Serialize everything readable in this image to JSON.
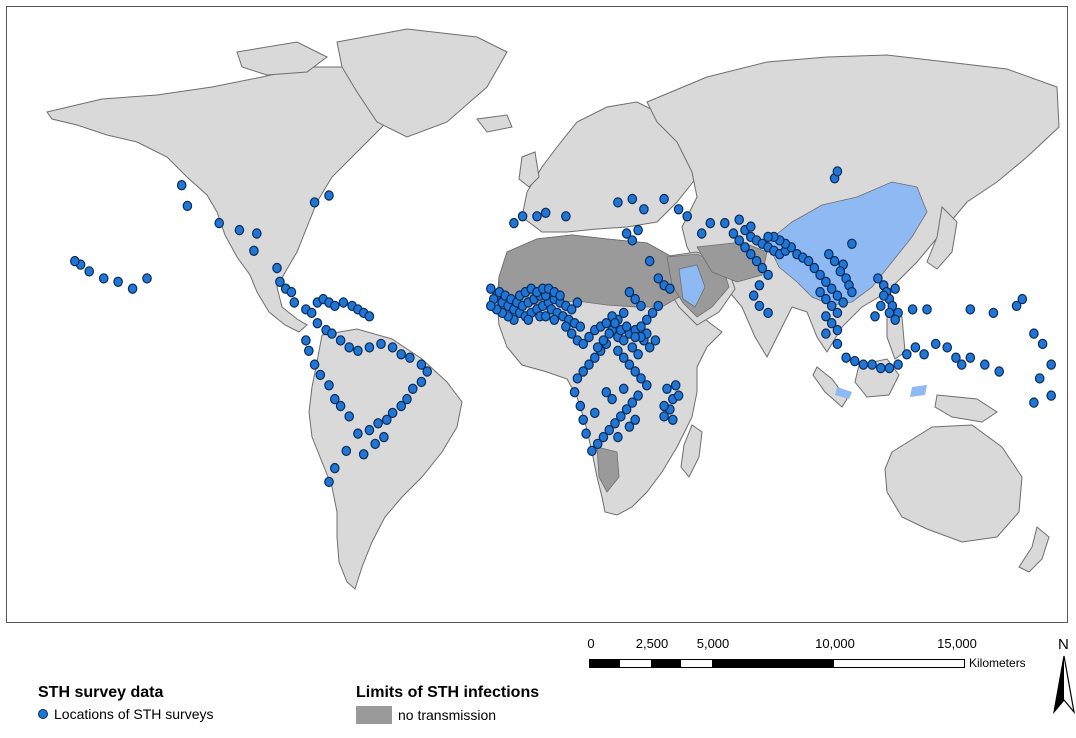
{
  "map": {
    "survey_points": [
      [
        -123,
        44
      ],
      [
        -121,
        38
      ],
      [
        -103,
        31
      ],
      [
        -98,
        25
      ],
      [
        -90,
        20
      ],
      [
        -89,
        16
      ],
      [
        -87,
        14
      ],
      [
        -85,
        13
      ],
      [
        -84,
        10
      ],
      [
        -80,
        8
      ],
      [
        -78,
        7
      ],
      [
        -76,
        10
      ],
      [
        -74,
        11
      ],
      [
        -72,
        10
      ],
      [
        -70,
        9
      ],
      [
        -67,
        10
      ],
      [
        -64,
        9
      ],
      [
        -62,
        8
      ],
      [
        -60,
        7
      ],
      [
        -58,
        6
      ],
      [
        -76,
        4
      ],
      [
        -73,
        2
      ],
      [
        -71,
        1
      ],
      [
        -68,
        -1
      ],
      [
        -65,
        -3
      ],
      [
        -62,
        -4
      ],
      [
        -58,
        -3
      ],
      [
        -54,
        -2
      ],
      [
        -50,
        -3
      ],
      [
        -47,
        -5
      ],
      [
        -44,
        -6
      ],
      [
        -40,
        -8
      ],
      [
        -38,
        -10
      ],
      [
        -40,
        -13
      ],
      [
        -43,
        -15
      ],
      [
        -45,
        -18
      ],
      [
        -47,
        -20
      ],
      [
        -50,
        -22
      ],
      [
        -52,
        -24
      ],
      [
        -55,
        -25
      ],
      [
        -58,
        -27
      ],
      [
        -62,
        -28
      ],
      [
        -65,
        -23
      ],
      [
        -68,
        -20
      ],
      [
        -70,
        -18
      ],
      [
        -72,
        -14
      ],
      [
        -75,
        -11
      ],
      [
        -77,
        -8
      ],
      [
        -79,
        -4
      ],
      [
        -80,
        -1
      ],
      [
        -66,
        -33
      ],
      [
        -70,
        -38
      ],
      [
        -72,
        -42
      ],
      [
        -60,
        -34
      ],
      [
        -56,
        -31
      ],
      [
        -53,
        -29
      ],
      [
        -155,
        19
      ],
      [
        -158,
        21
      ],
      [
        -160,
        22
      ],
      [
        -150,
        17
      ],
      [
        -145,
        16
      ],
      [
        -140,
        14
      ],
      [
        -135,
        17
      ],
      [
        -72,
        41
      ],
      [
        -77,
        39
      ],
      [
        -97,
        30
      ],
      [
        -110,
        33
      ],
      [
        -16,
        14
      ],
      [
        -14,
        12
      ],
      [
        -12,
        10
      ],
      [
        -10,
        9
      ],
      [
        -8,
        8
      ],
      [
        -6,
        7
      ],
      [
        -4,
        6
      ],
      [
        -2,
        7
      ],
      [
        0,
        8
      ],
      [
        2,
        9
      ],
      [
        4,
        10
      ],
      [
        6,
        11
      ],
      [
        8,
        10
      ],
      [
        10,
        9
      ],
      [
        12,
        8
      ],
      [
        14,
        10
      ],
      [
        -15,
        11
      ],
      [
        -13,
        13
      ],
      [
        -11,
        12
      ],
      [
        -9,
        11
      ],
      [
        -7,
        10
      ],
      [
        -5,
        9
      ],
      [
        -3,
        10
      ],
      [
        -1,
        11
      ],
      [
        1,
        12
      ],
      [
        3,
        12
      ],
      [
        5,
        8
      ],
      [
        7,
        7
      ],
      [
        9,
        6
      ],
      [
        11,
        5
      ],
      [
        13,
        4
      ],
      [
        15,
        3
      ],
      [
        -6,
        12
      ],
      [
        -4,
        13
      ],
      [
        -2,
        14
      ],
      [
        0,
        13
      ],
      [
        2,
        14
      ],
      [
        4,
        14
      ],
      [
        6,
        13
      ],
      [
        8,
        12
      ],
      [
        -8,
        5
      ],
      [
        -10,
        6
      ],
      [
        -12,
        7
      ],
      [
        -14,
        8
      ],
      [
        -16,
        9
      ],
      [
        -3,
        5
      ],
      [
        1,
        6
      ],
      [
        3,
        6
      ],
      [
        6,
        5
      ],
      [
        10,
        3
      ],
      [
        12,
        1
      ],
      [
        14,
        -1
      ],
      [
        16,
        -2
      ],
      [
        18,
        0
      ],
      [
        20,
        2
      ],
      [
        22,
        3
      ],
      [
        24,
        4
      ],
      [
        26,
        2
      ],
      [
        28,
        0
      ],
      [
        30,
        -1
      ],
      [
        32,
        1
      ],
      [
        34,
        2
      ],
      [
        36,
        3
      ],
      [
        38,
        5
      ],
      [
        40,
        7
      ],
      [
        42,
        9
      ],
      [
        36,
        9
      ],
      [
        34,
        11
      ],
      [
        32,
        13
      ],
      [
        30,
        7
      ],
      [
        28,
        5
      ],
      [
        26,
        6
      ],
      [
        24,
        -2
      ],
      [
        22,
        -4
      ],
      [
        20,
        -6
      ],
      [
        18,
        -8
      ],
      [
        16,
        -10
      ],
      [
        14,
        -12
      ],
      [
        28,
        -4
      ],
      [
        30,
        -6
      ],
      [
        32,
        -8
      ],
      [
        34,
        -10
      ],
      [
        36,
        -12
      ],
      [
        38,
        -14
      ],
      [
        35,
        -17
      ],
      [
        33,
        -19
      ],
      [
        31,
        -21
      ],
      [
        29,
        -23
      ],
      [
        27,
        -25
      ],
      [
        25,
        -27
      ],
      [
        23,
        -29
      ],
      [
        21,
        -31
      ],
      [
        19,
        -33
      ],
      [
        17,
        -28
      ],
      [
        15,
        -20
      ],
      [
        13,
        -16
      ],
      [
        24,
        -16
      ],
      [
        26,
        -18
      ],
      [
        30,
        -15
      ],
      [
        32,
        -26
      ],
      [
        34,
        -24
      ],
      [
        28,
        -29
      ],
      [
        20,
        -22
      ],
      [
        16,
        -24
      ],
      [
        29,
        2
      ],
      [
        31,
        3
      ],
      [
        27,
        4
      ],
      [
        25,
        1
      ],
      [
        23,
        -1
      ],
      [
        21,
        -3
      ],
      [
        33,
        -3
      ],
      [
        35,
        -5
      ],
      [
        37,
        -1
      ],
      [
        39,
        -3
      ],
      [
        41,
        -1
      ],
      [
        38,
        1
      ],
      [
        36,
        0
      ],
      [
        34,
        0
      ],
      [
        45,
        -15
      ],
      [
        47,
        -18
      ],
      [
        46,
        -21
      ],
      [
        44,
        -23
      ],
      [
        48,
        -14
      ],
      [
        49,
        -17
      ],
      [
        47,
        -24
      ],
      [
        44,
        -20
      ],
      [
        -8,
        33
      ],
      [
        -5,
        35
      ],
      [
        0,
        35
      ],
      [
        3,
        36
      ],
      [
        10,
        35
      ],
      [
        31,
        30
      ],
      [
        33,
        28
      ],
      [
        35,
        31
      ],
      [
        39,
        22
      ],
      [
        42,
        17
      ],
      [
        44,
        15
      ],
      [
        46,
        14
      ],
      [
        28,
        39
      ],
      [
        33,
        40
      ],
      [
        37,
        37
      ],
      [
        44,
        40
      ],
      [
        49,
        37
      ],
      [
        52,
        35
      ],
      [
        57,
        30
      ],
      [
        60,
        33
      ],
      [
        65,
        33
      ],
      [
        68,
        30
      ],
      [
        70,
        28
      ],
      [
        72,
        26
      ],
      [
        74,
        24
      ],
      [
        76,
        22
      ],
      [
        78,
        20
      ],
      [
        80,
        18
      ],
      [
        77,
        15
      ],
      [
        75,
        12
      ],
      [
        77,
        9
      ],
      [
        80,
        7
      ],
      [
        72,
        31
      ],
      [
        74,
        29
      ],
      [
        76,
        28
      ],
      [
        78,
        27
      ],
      [
        80,
        26
      ],
      [
        82,
        25
      ],
      [
        84,
        24
      ],
      [
        86,
        25
      ],
      [
        88,
        26
      ],
      [
        90,
        24
      ],
      [
        92,
        23
      ],
      [
        94,
        22
      ],
      [
        86,
        27
      ],
      [
        84,
        28
      ],
      [
        82,
        29
      ],
      [
        80,
        29
      ],
      [
        74,
        32
      ],
      [
        70,
        34
      ],
      [
        96,
        20
      ],
      [
        98,
        18
      ],
      [
        100,
        16
      ],
      [
        102,
        14
      ],
      [
        104,
        12
      ],
      [
        106,
        10
      ],
      [
        98,
        13
      ],
      [
        100,
        11
      ],
      [
        102,
        9
      ],
      [
        104,
        7
      ],
      [
        100,
        6
      ],
      [
        102,
        4
      ],
      [
        104,
        2
      ],
      [
        106,
        21
      ],
      [
        105,
        19
      ],
      [
        107,
        17
      ],
      [
        108,
        15
      ],
      [
        109,
        13
      ],
      [
        103,
        22
      ],
      [
        101,
        24
      ],
      [
        118,
        17
      ],
      [
        120,
        15
      ],
      [
        121,
        13
      ],
      [
        122,
        11
      ],
      [
        123,
        9
      ],
      [
        125,
        7
      ],
      [
        124,
        14
      ],
      [
        120,
        12
      ],
      [
        122,
        7
      ],
      [
        124,
        5
      ],
      [
        119,
        9
      ],
      [
        117,
        6
      ],
      [
        100,
        1
      ],
      [
        104,
        -2
      ],
      [
        107,
        -6
      ],
      [
        110,
        -7
      ],
      [
        113,
        -8
      ],
      [
        116,
        -8
      ],
      [
        119,
        -9
      ],
      [
        122,
        -9
      ],
      [
        125,
        -8
      ],
      [
        128,
        -5
      ],
      [
        131,
        -3
      ],
      [
        134,
        -5
      ],
      [
        138,
        -2
      ],
      [
        142,
        -3
      ],
      [
        145,
        -6
      ],
      [
        147,
        -8
      ],
      [
        150,
        -6
      ],
      [
        109,
        27
      ],
      [
        103,
        46
      ],
      [
        104,
        48
      ],
      [
        130,
        8
      ],
      [
        135,
        8
      ],
      [
        150,
        8
      ],
      [
        158,
        7
      ],
      [
        166,
        9
      ],
      [
        168,
        11
      ],
      [
        172,
        1
      ],
      [
        175,
        -2
      ],
      [
        178,
        -8
      ],
      [
        174,
        -12
      ],
      [
        178,
        -17
      ],
      [
        172,
        -19
      ],
      [
        160,
        -10
      ],
      [
        155,
        -8
      ]
    ]
  },
  "scale": {
    "ticks": [
      "0",
      "2,500",
      "5,000",
      "10,000",
      "15,000"
    ],
    "units": "Kilometers"
  },
  "north": {
    "label": "N"
  },
  "legend": {
    "survey": {
      "title": "STH survey data",
      "item": "Locations of STH surveys"
    },
    "limits": {
      "title": "Limits of STH infections",
      "item": "no transmission"
    }
  },
  "colors": {
    "land": "#d9d9d9",
    "no_transmission": "#9a9a9a",
    "highlight_blue": "#8fb9f2",
    "survey_point": "#1f76d6",
    "point_outline": "#0b2a55",
    "border": "#6e6e6e"
  }
}
